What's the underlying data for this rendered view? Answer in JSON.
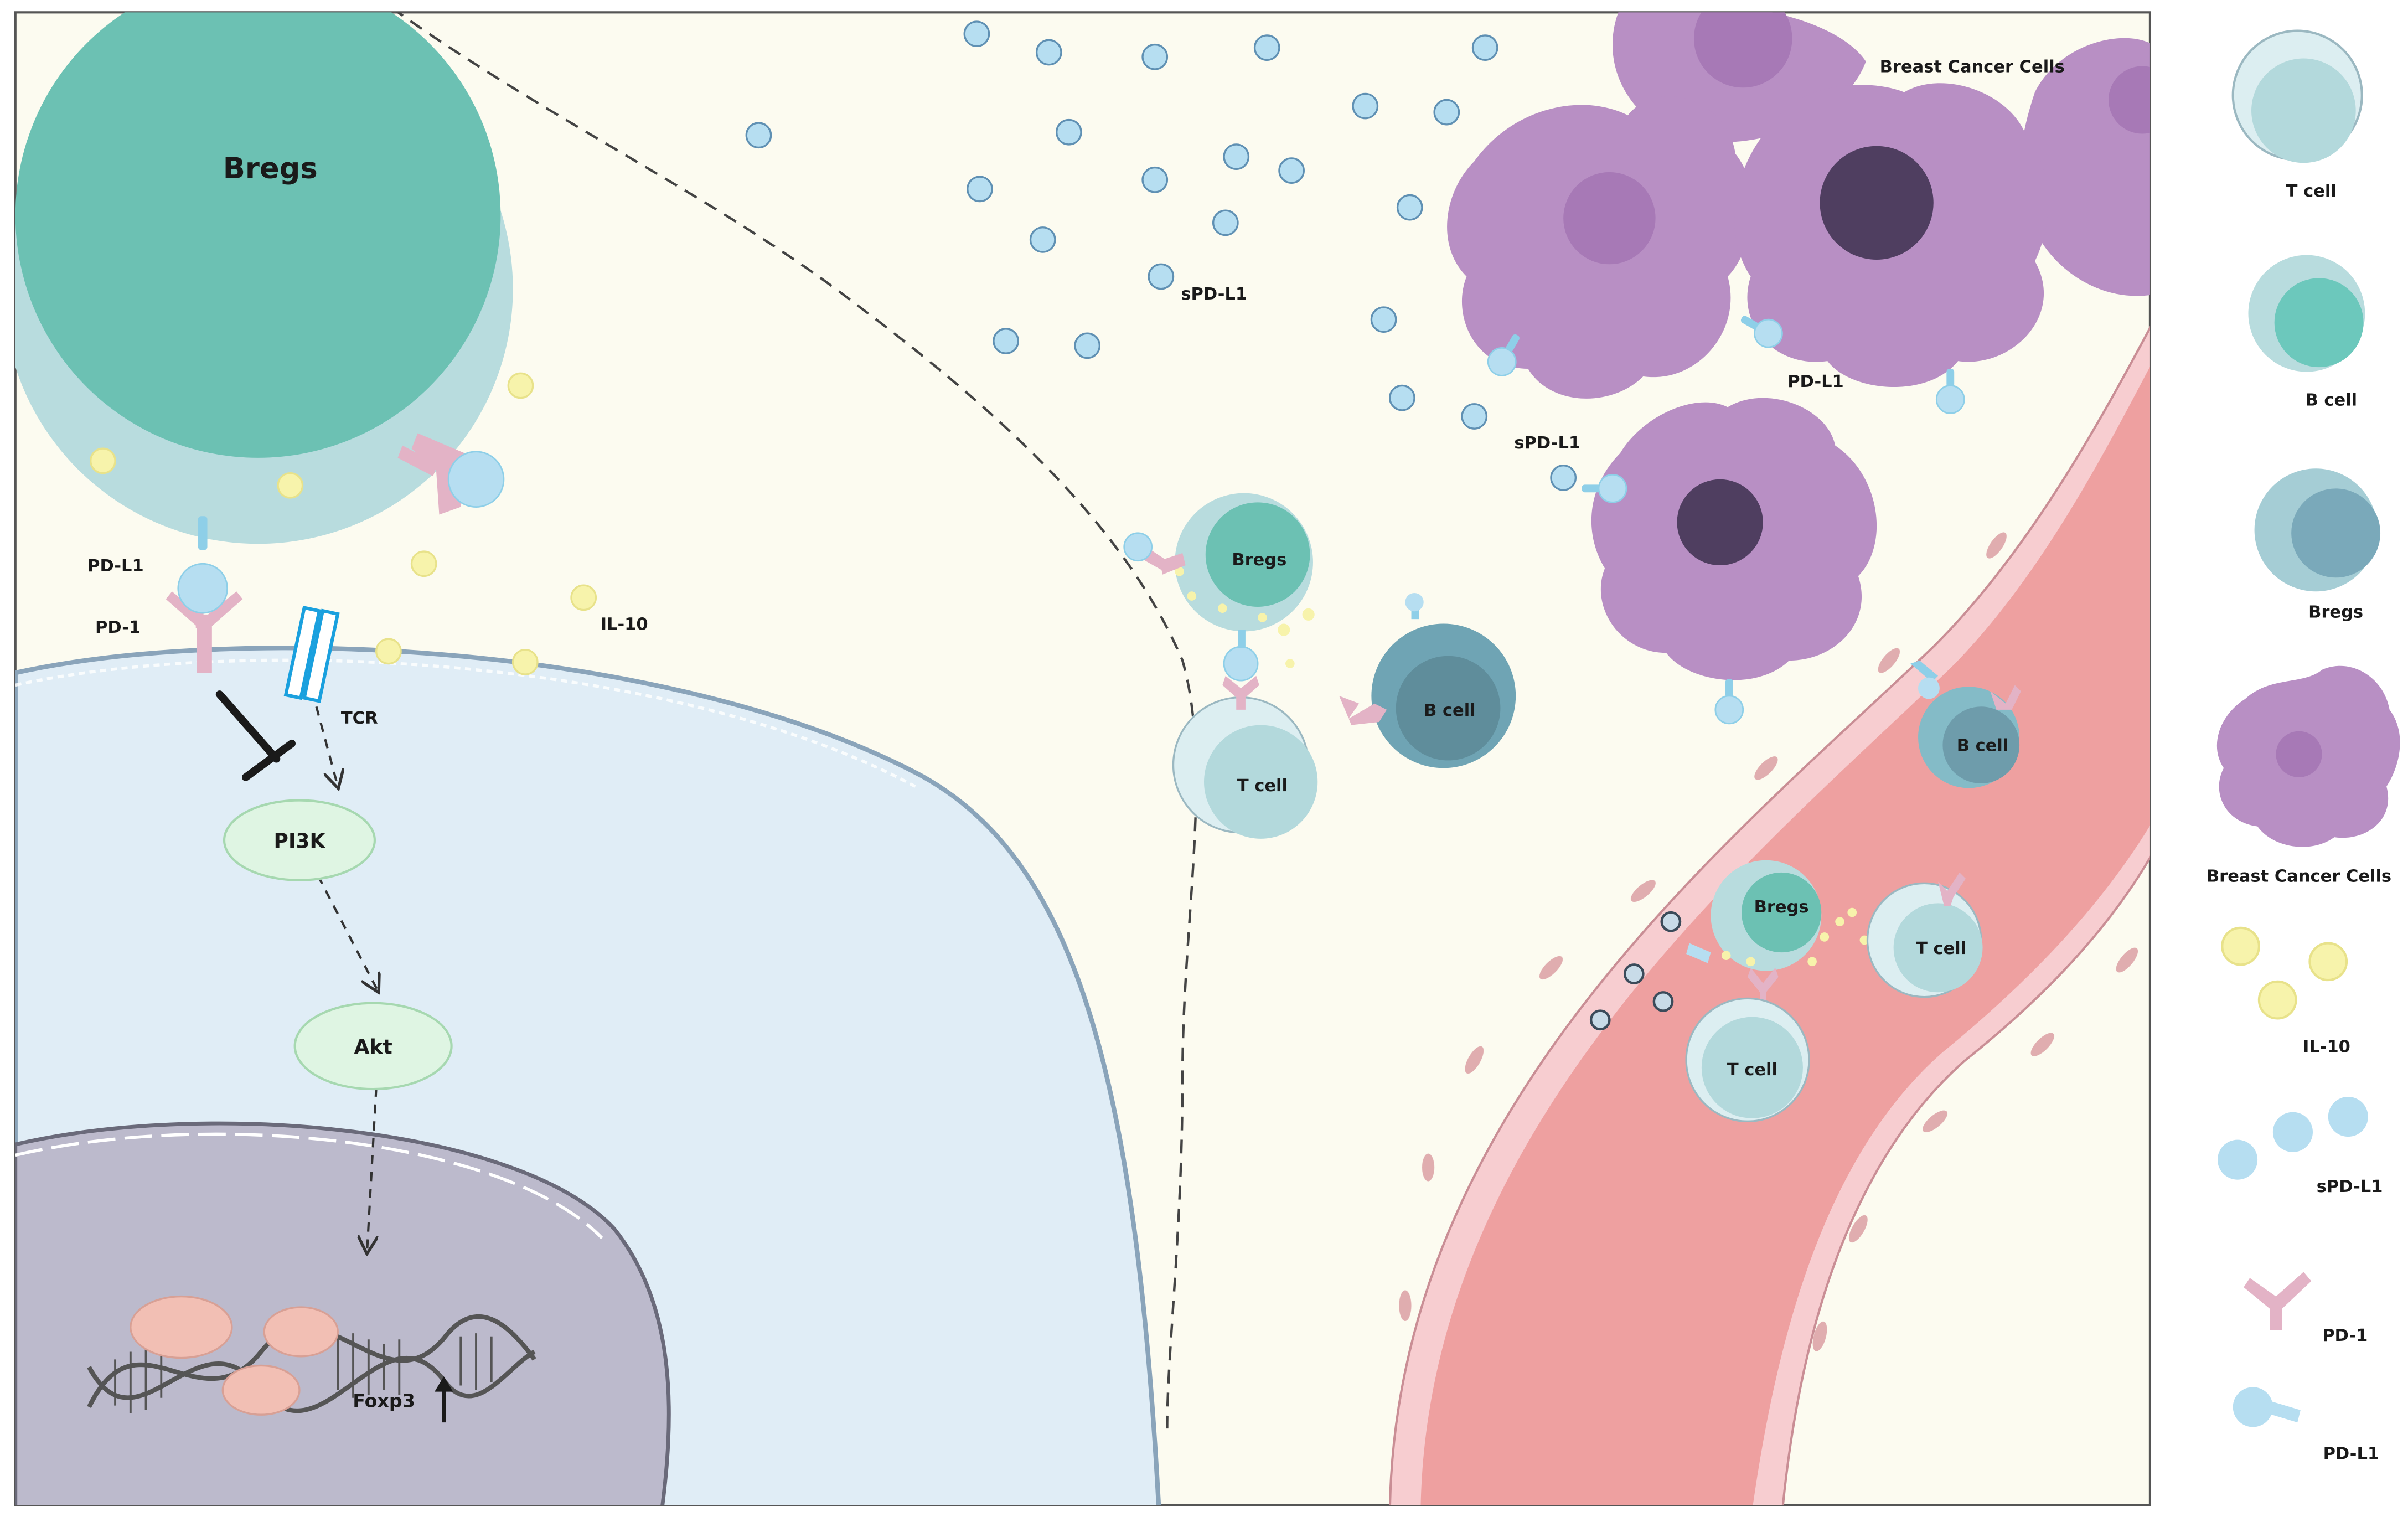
{
  "colors": {
    "background": "#fcfbf0",
    "bregs_inner": "#6cc1b3",
    "bregs_outer": "#b8dcde",
    "t_cell_outer": "#dceef1",
    "t_cell_inner": "#b3d9dc",
    "b_cell_inner": "#6cc8bc",
    "bregs_legend_inner": "#7aa9ba",
    "tumor": "#b88fc4",
    "tumor_nucleus_light": "#a779b6",
    "tumor_nucleus_dark": "#4f3e60",
    "vessel": "#eea0a0",
    "vessel_wall": "#f7cdd0",
    "t_cell_cytoplasm": "#e0edf6",
    "nucleus": "#bcbacc",
    "il10": "#f7f3ab",
    "spdl1": "#b6def1",
    "pd1": "#e3b3c6",
    "pathway_node": "#dff5e3",
    "tcr": "#1aa0de"
  },
  "cells": {
    "bregs_large": "Bregs",
    "bregs_mid": "Bregs",
    "bregs_vessel": "Bregs",
    "b_cell_mid": "B cell",
    "b_cell_vessel": "B cell",
    "t_cell_mid": "T cell",
    "t_cell_vessel_right": "T cell",
    "t_cell_vessel_bottom": "T cell"
  },
  "labels": {
    "pd_l1_left": "PD-L1",
    "pd_1_left": "PD-1",
    "il_10": "IL-10",
    "tcr": "TCR",
    "spd_l1_top": "sPD-L1",
    "spd_l1_mid": "sPD-L1",
    "pd_l1_tumor": "PD-L1",
    "breast_cancer_cells": "Breast Cancer Cells",
    "foxp3": "Foxp3"
  },
  "pathway": {
    "pi3k": "PI3K",
    "akt": "Akt"
  },
  "legend": {
    "items": [
      {
        "label": "T cell",
        "icon": "t-cell-icon"
      },
      {
        "label": "B cell",
        "icon": "b-cell-icon"
      },
      {
        "label": "Bregs",
        "icon": "bregs-icon"
      },
      {
        "label": "Breast Cancer Cells",
        "icon": "cancer-cell-icon"
      },
      {
        "label": "IL-10",
        "icon": "il10-icon"
      },
      {
        "label": "sPD-L1",
        "icon": "spdl1-icon"
      },
      {
        "label": "PD-1",
        "icon": "pd1-icon"
      },
      {
        "label": "PD-L1",
        "icon": "pdl1-icon"
      }
    ]
  }
}
